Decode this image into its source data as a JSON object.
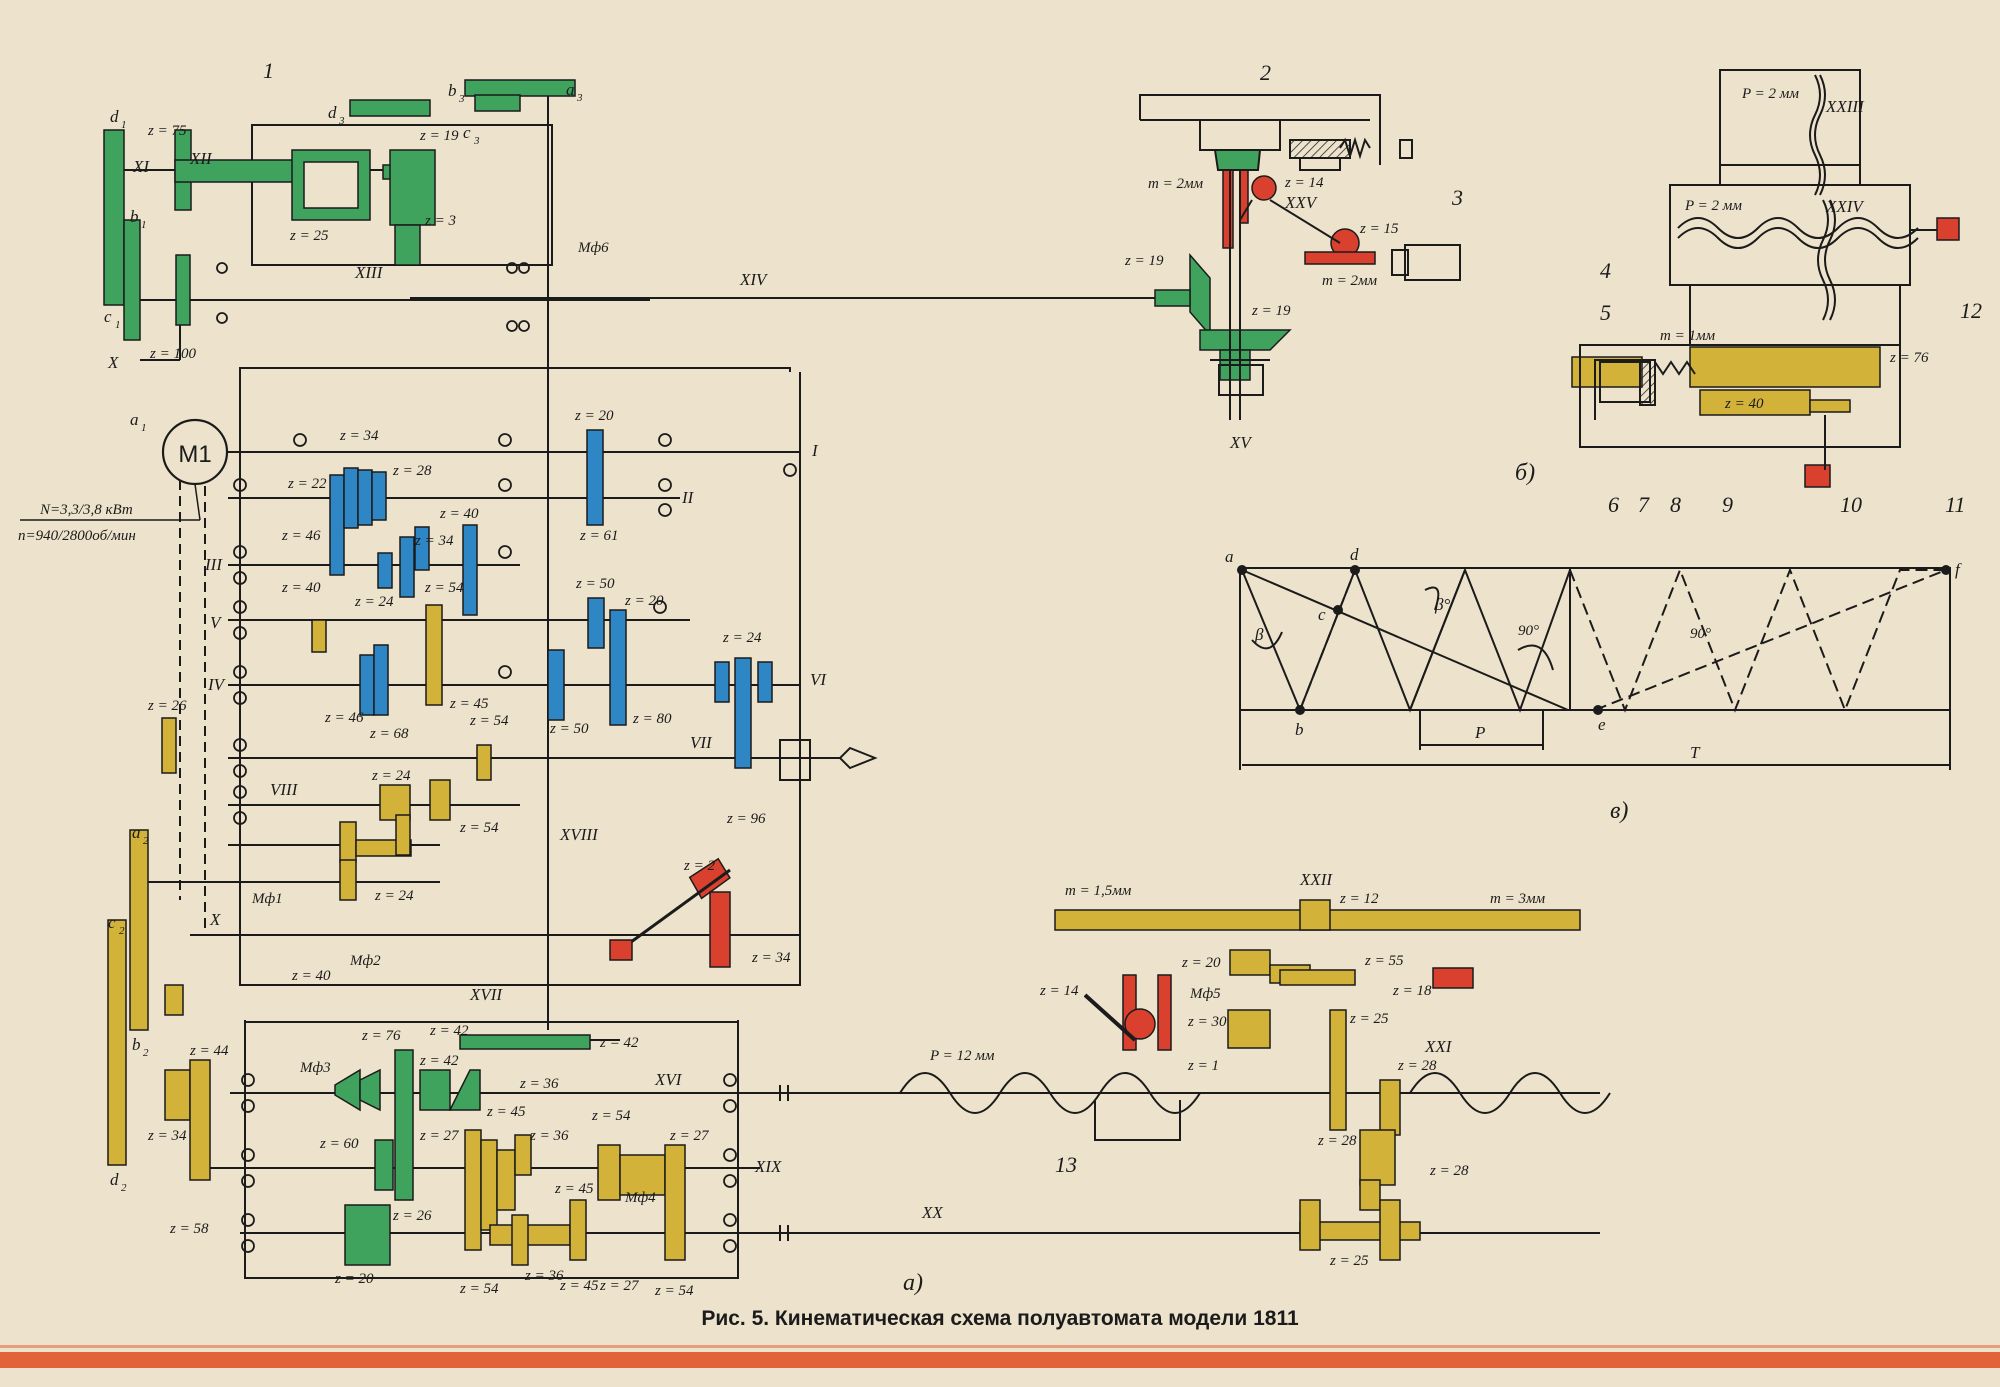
{
  "caption": "Рис. 5. Кинематическая схема полуавтомата модели 1811",
  "colors": {
    "background": "#ede3cc",
    "green": "#3fa35e",
    "blue": "#2f86c4",
    "yellow": "#d3b23a",
    "red": "#d9402e",
    "line": "#1b1b1b",
    "bar": "#e2623a"
  },
  "panel_labels": {
    "a": "а)",
    "b": "б)",
    "c": "в)"
  },
  "motor": {
    "label": "M1",
    "power": "N=3,3/3,8 кВт",
    "speed": "n=940/2800об/мин"
  },
  "shafts": {
    "I": "I",
    "II": "II",
    "III": "III",
    "IV": "IV",
    "V": "V",
    "VI": "VI",
    "VII": "VII",
    "VIII": "VIII",
    "X": "X",
    "XI": "XI",
    "XII": "XII",
    "XIII": "XIII",
    "XIV": "XIV",
    "XV": "XV",
    "XVI": "XVI",
    "XVII": "XVII",
    "XVIII": "XVIII",
    "XIX": "XIX",
    "XX": "XX",
    "XXI": "XXI",
    "XXII": "XXII",
    "XXIII": "XXIII",
    "XXIV": "XXIV",
    "XXV": "XXV"
  },
  "change_gears": {
    "a1": "a",
    "a1s": "1",
    "b1": "b",
    "b1s": "1",
    "c1": "c",
    "c1s": "1",
    "d1": "d",
    "d1s": "1",
    "a2": "a",
    "a2s": "2",
    "b2": "b",
    "b2s": "2",
    "c2": "c",
    "c2s": "2",
    "d2": "d",
    "d2s": "2",
    "a3": "a",
    "a3s": "3",
    "b3": "b",
    "b3s": "3",
    "c3": "c",
    "c3s": "3",
    "d3": "d",
    "d3s": "3"
  },
  "clutches": {
    "mf1": "Мф1",
    "mf2": "Мф2",
    "mf3": "Мф3",
    "mf4": "Мф4",
    "mf5": "Мф5",
    "mf6": "Мф6"
  },
  "gear_labels": {
    "z75": "z = 75",
    "z100": "z = 100",
    "z19a": "z = 19",
    "z3": "z = 3",
    "z25a": "z = 25",
    "z19b": "z = 19",
    "z19c": "z = 19",
    "z14a": "z = 14",
    "z15": "z = 15",
    "m2a": "m = 2мм",
    "m2b": "m = 2мм",
    "z34a": "z = 34",
    "z28a": "z = 28",
    "z22": "z = 22",
    "z40a": "z = 40",
    "z46a": "z = 46",
    "z34b": "z = 34",
    "z24a": "z = 24",
    "z54a": "z = 54",
    "z20a": "z = 20",
    "z61": "z = 61",
    "z40b": "z = 40",
    "z50a": "z = 50",
    "z20b": "z = 20",
    "z45a": "z = 45",
    "z46b": "z = 46",
    "z68": "z = 68",
    "z50b": "z = 50",
    "z80": "z = 80",
    "z24b": "z = 24",
    "z96": "z = 96",
    "z26a": "z = 26",
    "z54b": "z = 54",
    "z24c": "z = 24",
    "z54c": "z = 54",
    "z24d": "z = 24",
    "z40c": "z = 40",
    "z2": "z = 2",
    "z34c": "z = 34",
    "z44": "z = 44",
    "z34d": "z = 34",
    "z76a": "z = 76",
    "z42a": "z = 42",
    "z42b": "z = 42",
    "z42c": "z = 42",
    "z36a": "z = 36",
    "z60": "z = 60",
    "z27a": "z = 27",
    "z45b": "z = 45",
    "z36b": "z = 36",
    "z54d": "z = 54",
    "z27b": "z = 27",
    "z45c": "z = 45",
    "z58": "z = 58",
    "z26b": "z = 26",
    "z20c": "z = 20",
    "z54e": "z = 54",
    "z36c": "z = 36",
    "z45d": "z = 45",
    "z27c": "z = 27",
    "z54f": "z = 54",
    "m15": "m = 1,5мм",
    "z14b": "z = 14",
    "z12": "z = 12",
    "m3": "m = 3мм",
    "z20d": "z = 20",
    "z55": "z = 55",
    "z18": "z = 18",
    "z30": "z = 30",
    "z1": "z = 1",
    "z25b": "z = 25",
    "z28b": "z = 28",
    "z28c": "z = 28",
    "z28d": "z = 28",
    "z25c": "z = 25",
    "p12": "P = 12 мм",
    "p2a": "P = 2 мм",
    "p2b": "P = 2 мм",
    "m1": "m = 1мм",
    "z76b": "z = 76",
    "z40d": "z = 40"
  },
  "callouts": [
    "1",
    "2",
    "3",
    "4",
    "5",
    "6",
    "7",
    "8",
    "9",
    "10",
    "11",
    "12",
    "13"
  ],
  "geometry_points": {
    "a": "a",
    "b": "b",
    "c": "c",
    "d": "d",
    "e": "e",
    "f": "f"
  },
  "geometry_labels": {
    "beta1": "β°",
    "beta2": "β",
    "angle1": "90°",
    "angle2": "90°",
    "P": "P",
    "T": "T"
  }
}
